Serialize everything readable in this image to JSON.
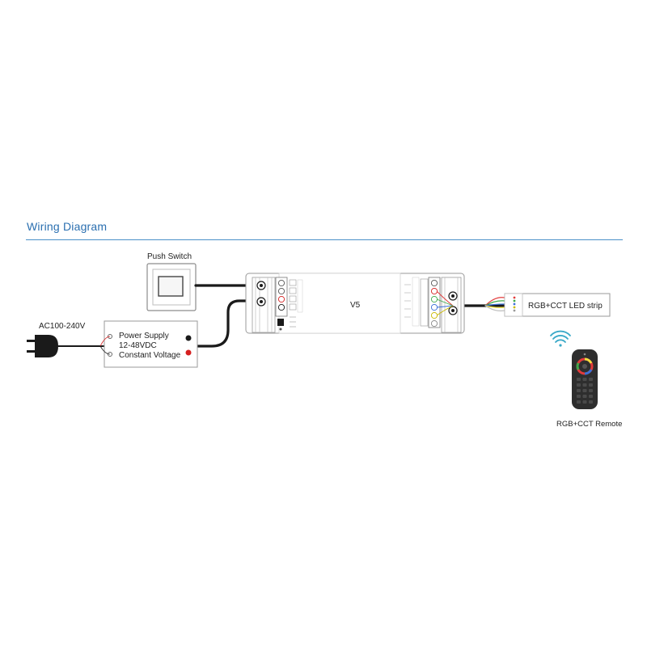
{
  "title": "Wiring Diagram",
  "push_switch": {
    "label": "Push Switch"
  },
  "mains": {
    "label": "AC100-240V"
  },
  "power_supply": {
    "line1": "Power Supply",
    "line2": "12-48VDC",
    "line3": "Constant Voltage"
  },
  "controller": {
    "model": "V5"
  },
  "led_strip": {
    "label": "RGB+CCT LED strip"
  },
  "remote": {
    "label": "RGB+CCT Remote"
  },
  "colors": {
    "title": "#2a6fb0",
    "rule": "#4a90c8",
    "cable": "#1a1a1a",
    "positive": "#d62020",
    "outline": "#9a9a9a",
    "remote_body": "#2e2e2e",
    "wireless": "#3aa9c8"
  },
  "wire_colors": [
    "#e23b3b",
    "#3fa84a",
    "#3a6fd8",
    "#f0e040",
    "#bdbdbd"
  ]
}
